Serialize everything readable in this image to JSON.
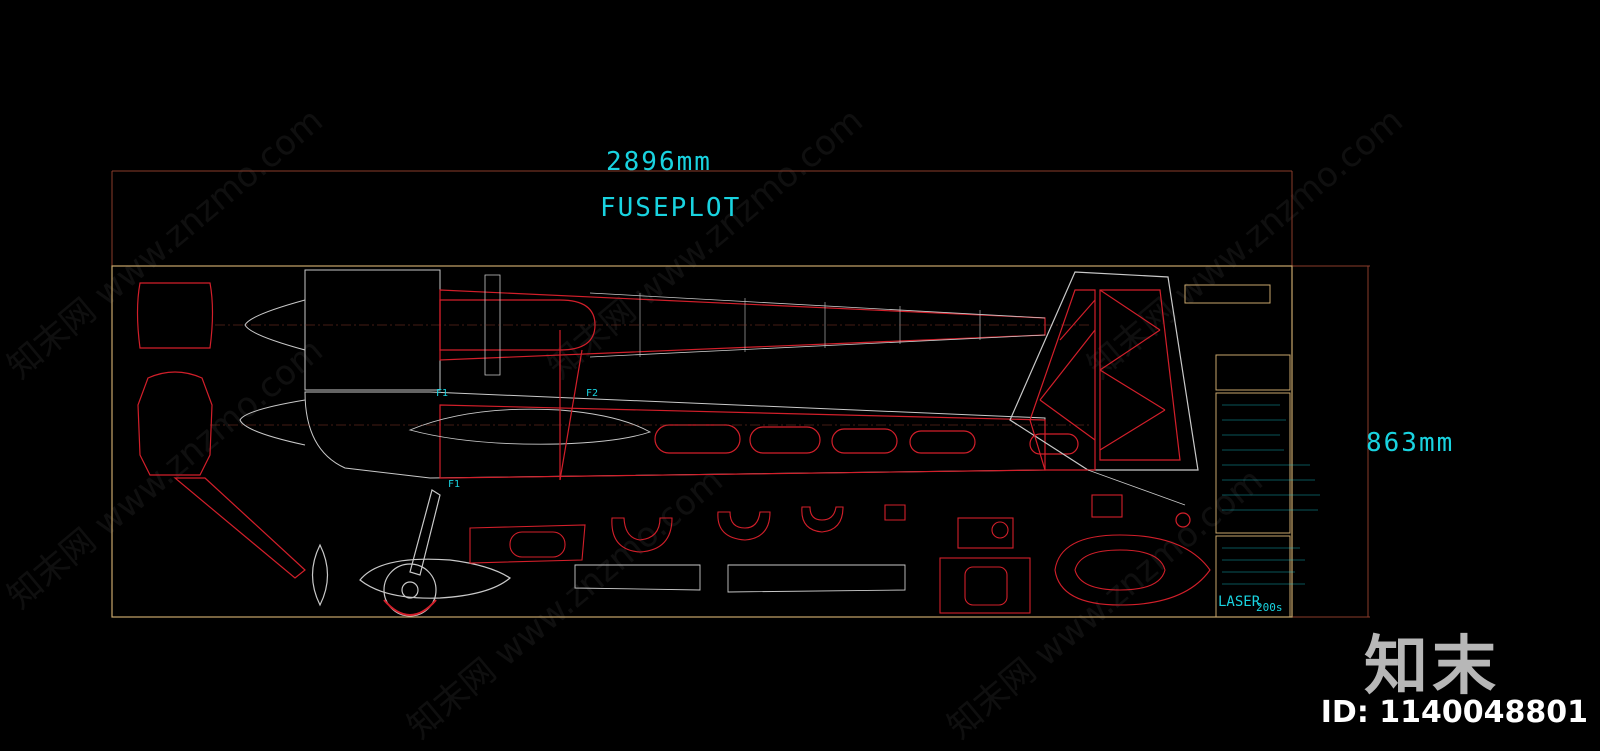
{
  "drawing": {
    "title": "FUSEPLOT",
    "length_dim": "2896mm",
    "height_dim": "863mm",
    "aircraft_label": "LASER",
    "aircraft_sub": "200s",
    "former_labels": [
      "F1",
      "F2",
      "F1"
    ]
  },
  "brand": {
    "logo_text": "知末",
    "id_text": "ID: 1140048801",
    "watermark": "知末网 www.znzmo.com"
  },
  "colors": {
    "background": "#000000",
    "outline_red": "#d21f2a",
    "outline_white": "#c9c9c9",
    "dim_cyan": "#19d3e0",
    "frame_tan": "#c9a66b",
    "dim_line": "#8a3b2a"
  }
}
